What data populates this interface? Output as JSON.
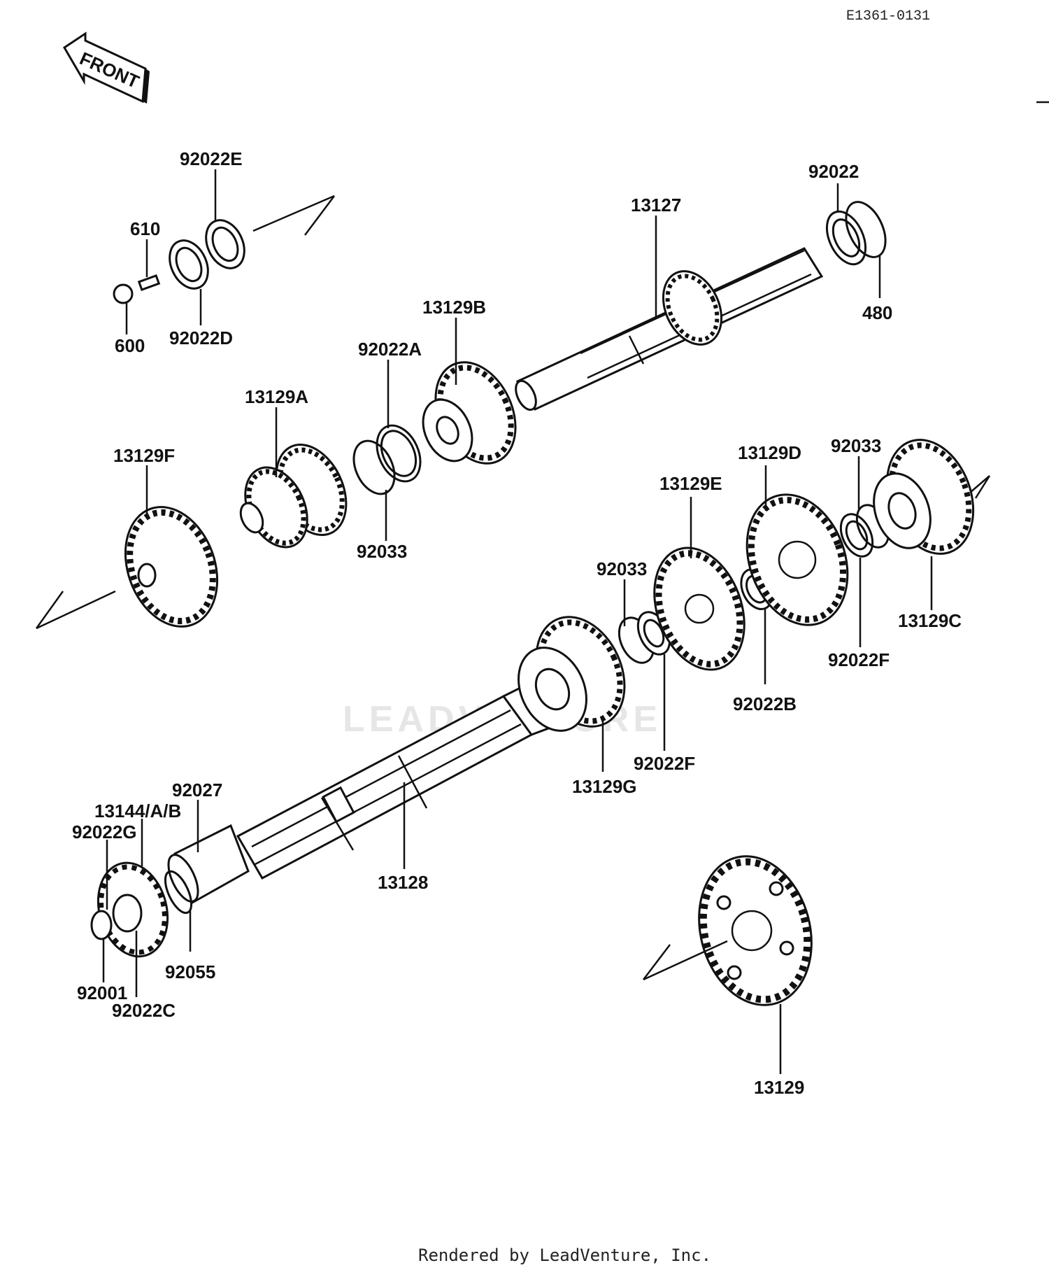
{
  "diagram_code": "E1361-0131",
  "front_arrow_text": "FRONT",
  "watermark": "LEADVENTURE",
  "footer": "Rendered by LeadVenture, Inc.",
  "labels": {
    "p92022E": "92022E",
    "p610": "610",
    "p600": "600",
    "p92022D": "92022D",
    "p13127": "13127",
    "p92022": "92022",
    "p480": "480",
    "p13129B": "13129B",
    "p92022A": "92022A",
    "p13129A": "13129A",
    "p92033a": "92033",
    "p13129F": "13129F",
    "p13129D": "13129D",
    "p92033b": "92033",
    "p13129E": "13129E",
    "p92033c": "92033",
    "p13129C": "13129C",
    "p92022Fa": "92022F",
    "p92022B": "92022B",
    "p92022Fb": "92022F",
    "p13129G": "13129G",
    "p92027": "92027",
    "p13144AB": "13144/A/B",
    "p92022G": "92022G",
    "p13128": "13128",
    "p92055": "92055",
    "p92001": "92001",
    "p92022C": "92022C",
    "p13129": "13129"
  }
}
